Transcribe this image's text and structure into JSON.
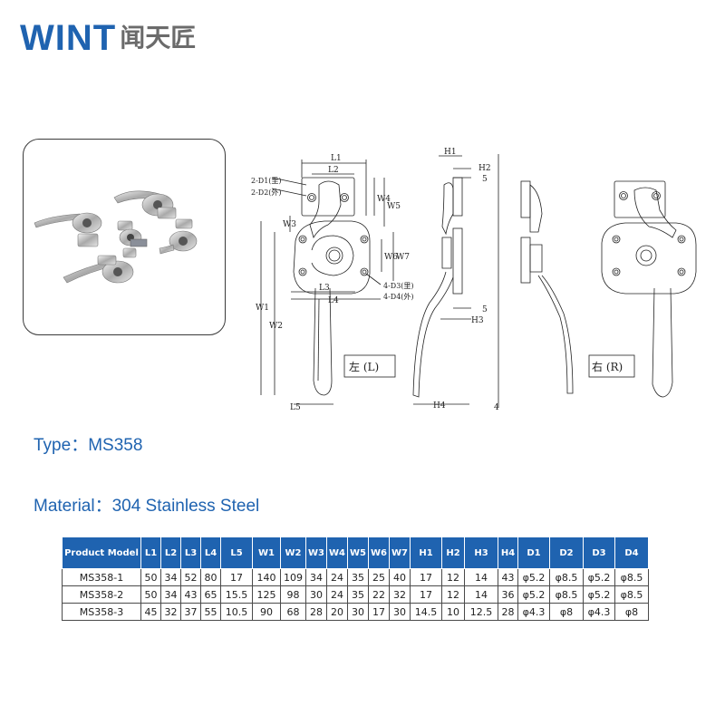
{
  "logo": {
    "brand": "WINT",
    "brand_cn": "闻天匠"
  },
  "drawing": {
    "labels": {
      "l1": "L1",
      "l2": "L2",
      "l3": "L3",
      "l4": "L4",
      "l5": "L5",
      "w1": "W1",
      "w2": "W2",
      "w3": "W3",
      "w4": "W4",
      "w5": "W5",
      "w6": "W6",
      "w7": "W7",
      "h1": "H1",
      "h2": "H2",
      "h3": "H3",
      "h4": "H4",
      "d1": "2-D1(里)",
      "d2": "2-D2(外)",
      "d3": "4-D3(里)",
      "d4": "4-D4(外)",
      "five_top": "5",
      "five_bottom": "5",
      "four": "4"
    },
    "left_caption": "左 (L)",
    "right_caption": "右 (R)"
  },
  "info": {
    "type_text": "Type：MS358",
    "material_text": "Material：304 Stainless Steel"
  },
  "table": {
    "headers": [
      "Product Model",
      "L1",
      "L2",
      "L3",
      "L4",
      "L5",
      "W1",
      "W2",
      "W3",
      "W4",
      "W5",
      "W6",
      "W7",
      "H1",
      "H2",
      "H3",
      "H4",
      "D1",
      "D2",
      "D3",
      "D4"
    ],
    "rows": [
      [
        "MS358-1",
        "50",
        "34",
        "52",
        "80",
        "17",
        "140",
        "109",
        "34",
        "24",
        "35",
        "25",
        "40",
        "17",
        "12",
        "14",
        "43",
        "φ5.2",
        "φ8.5",
        "φ5.2",
        "φ8.5"
      ],
      [
        "MS358-2",
        "50",
        "34",
        "43",
        "65",
        "15.5",
        "125",
        "98",
        "30",
        "24",
        "35",
        "22",
        "32",
        "17",
        "12",
        "14",
        "36",
        "φ5.2",
        "φ8.5",
        "φ5.2",
        "φ8.5"
      ],
      [
        "MS358-3",
        "45",
        "32",
        "37",
        "55",
        "10.5",
        "90",
        "68",
        "28",
        "20",
        "30",
        "17",
        "30",
        "14.5",
        "10",
        "12.5",
        "28",
        "φ4.3",
        "φ8",
        "φ4.3",
        "φ8"
      ]
    ]
  }
}
